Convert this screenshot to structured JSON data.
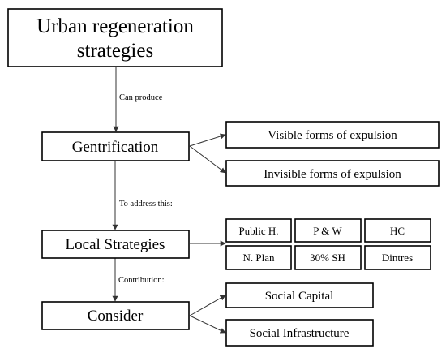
{
  "nodes": {
    "urban_regeneration": [
      "Urban regeneration",
      "strategies"
    ],
    "gentrification": "Gentrification",
    "visible_expulsion": "Visible forms of expulsion",
    "invisible_expulsion": "Invisible forms of expulsion",
    "local_strategies": "Local Strategies",
    "public_h": "Public H.",
    "p_and_w": "P & W",
    "hc": "HC",
    "n_plan": "N. Plan",
    "sh_30": "30% SH",
    "dintres": "Dintres",
    "consider": "Consider",
    "social_capital": "Social Capital",
    "social_infrastructure": "Social Infrastructure"
  },
  "edges": {
    "can_produce": "Can produce",
    "to_address": "To address this:",
    "contribution": "Contribution:"
  }
}
